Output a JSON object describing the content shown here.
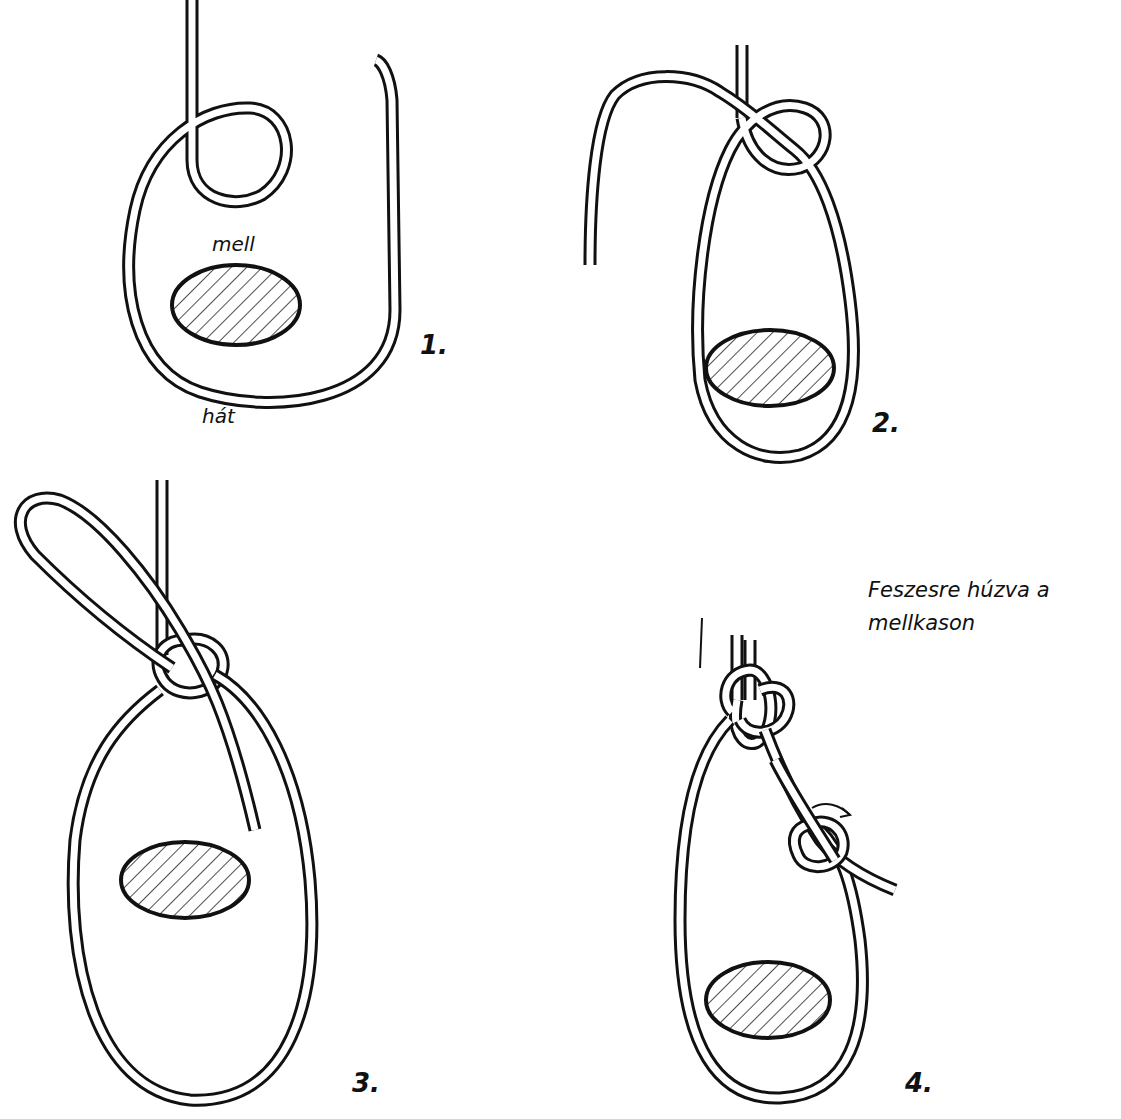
{
  "diagram": {
    "labels": [
      "mell",
      "hát",
      "1.",
      "2.",
      "3.",
      "4.",
      "Feszesre húzva a mellkason"
    ]
  }
}
